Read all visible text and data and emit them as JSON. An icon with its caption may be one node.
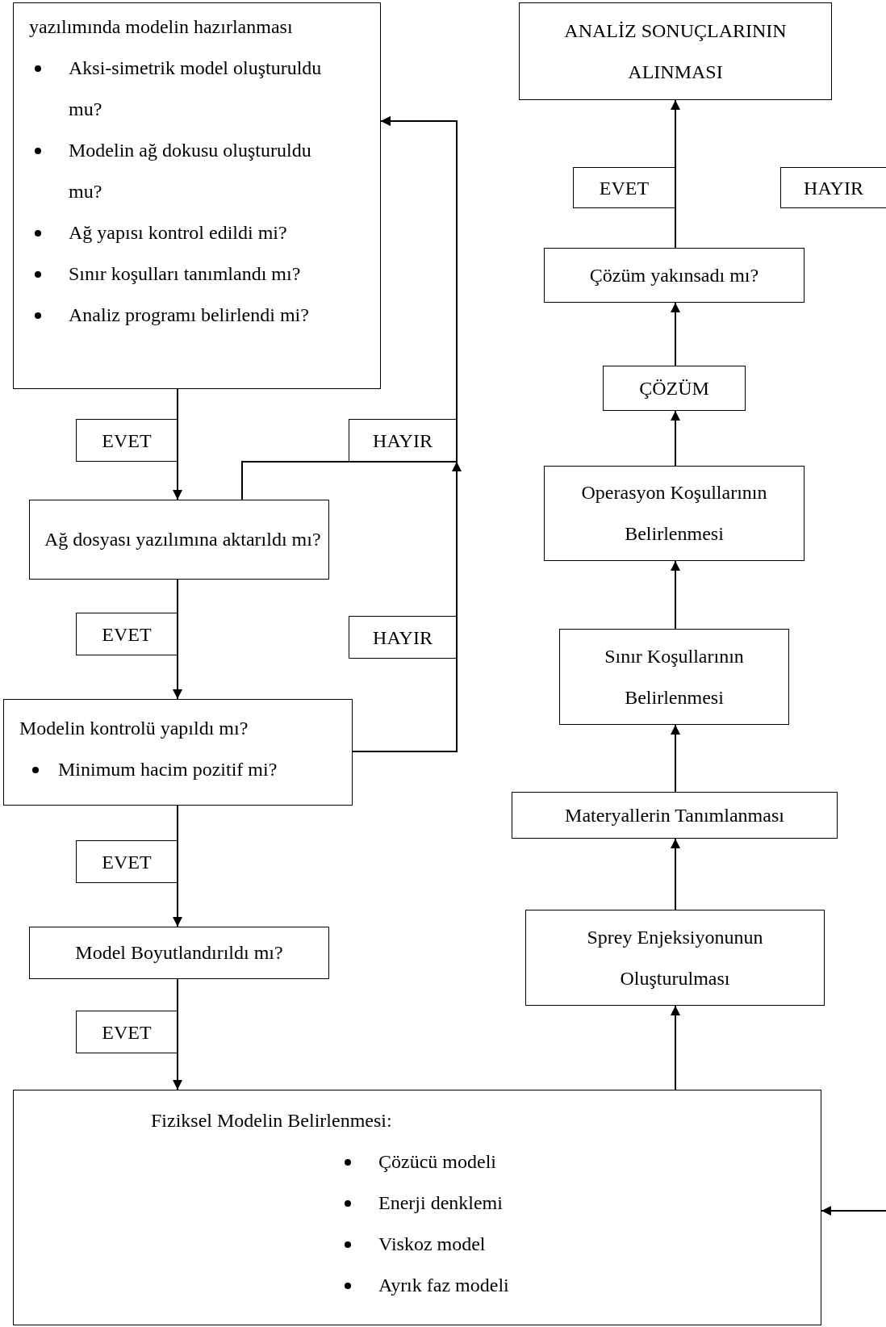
{
  "diagram": {
    "nodes": [
      {
        "text": [
          "yazılımında modelin hazırlanması",
          "Aksi-simetrik model oluşturuldu mu?",
          "Modelin ağ dokusu oluşturuldu mu?",
          "Ağ yapısı kontrol edildi mi?",
          "Sınır koşulları tanımlandı mı?",
          "Analiz programı belirlendi mi?"
        ]
      },
      {
        "text": [
          "Ağ dosyası yazılımına aktarıldı mı?"
        ]
      },
      {
        "text": [
          "Modelin kontrolü yapıldı mı?",
          "Minimum hacim pozitif mi?"
        ]
      },
      {
        "text": [
          "Model Boyutlandırıldı mı?"
        ]
      },
      {
        "text": [
          "Fiziksel Modelin Belirlenmesi:",
          "Çözücü modeli",
          "Enerji denklemi",
          "Viskoz model",
          "Ayrık faz modeli"
        ]
      },
      {
        "text": [
          "Sprey Enjeksiyonunun Oluşturulması"
        ]
      },
      {
        "text": [
          "Materyallerin Tanımlanması"
        ]
      },
      {
        "text": [
          "Sınır Koşullarının Belirlenmesi"
        ]
      },
      {
        "text": [
          "Operasyon Koşullarının Belirlenmesi"
        ]
      },
      {
        "text": [
          "ÇÖZÜM"
        ]
      },
      {
        "text": [
          "Çözüm yakınsadı mı?"
        ]
      },
      {
        "text": [
          "ANALİZ SONUÇLARININ ALINMASI"
        ]
      }
    ],
    "edges": [
      {
        "from": 0,
        "to": 1,
        "arrow": "to",
        "label": "EVET"
      },
      {
        "from": 1,
        "to": 0,
        "arrow": "to",
        "label": "HAYIR"
      },
      {
        "from": 2,
        "to": 0,
        "arrow": "to",
        "label": "HAYIR"
      },
      {
        "from": 1,
        "to": 2,
        "arrow": "to",
        "label": "EVET"
      },
      {
        "from": 2,
        "to": 3,
        "arrow": "to",
        "label": "EVET"
      },
      {
        "from": 3,
        "to": 4,
        "arrow": "to",
        "label": "EVET"
      },
      {
        "from": 4,
        "to": 5,
        "arrow": "to"
      },
      {
        "from": 5,
        "to": 6,
        "arrow": "to"
      },
      {
        "from": 6,
        "to": 7,
        "arrow": "to"
      },
      {
        "from": 7,
        "to": 8,
        "arrow": "to"
      },
      {
        "from": 8,
        "to": 9,
        "arrow": "to"
      },
      {
        "from": 9,
        "to": 10,
        "arrow": "to"
      },
      {
        "from": 10,
        "to": 11,
        "arrow": "to",
        "label": "EVET"
      },
      {
        "from": null,
        "to": 4,
        "arrow": "to"
      }
    ],
    "labels": [
      "HAYIR"
    ]
  }
}
